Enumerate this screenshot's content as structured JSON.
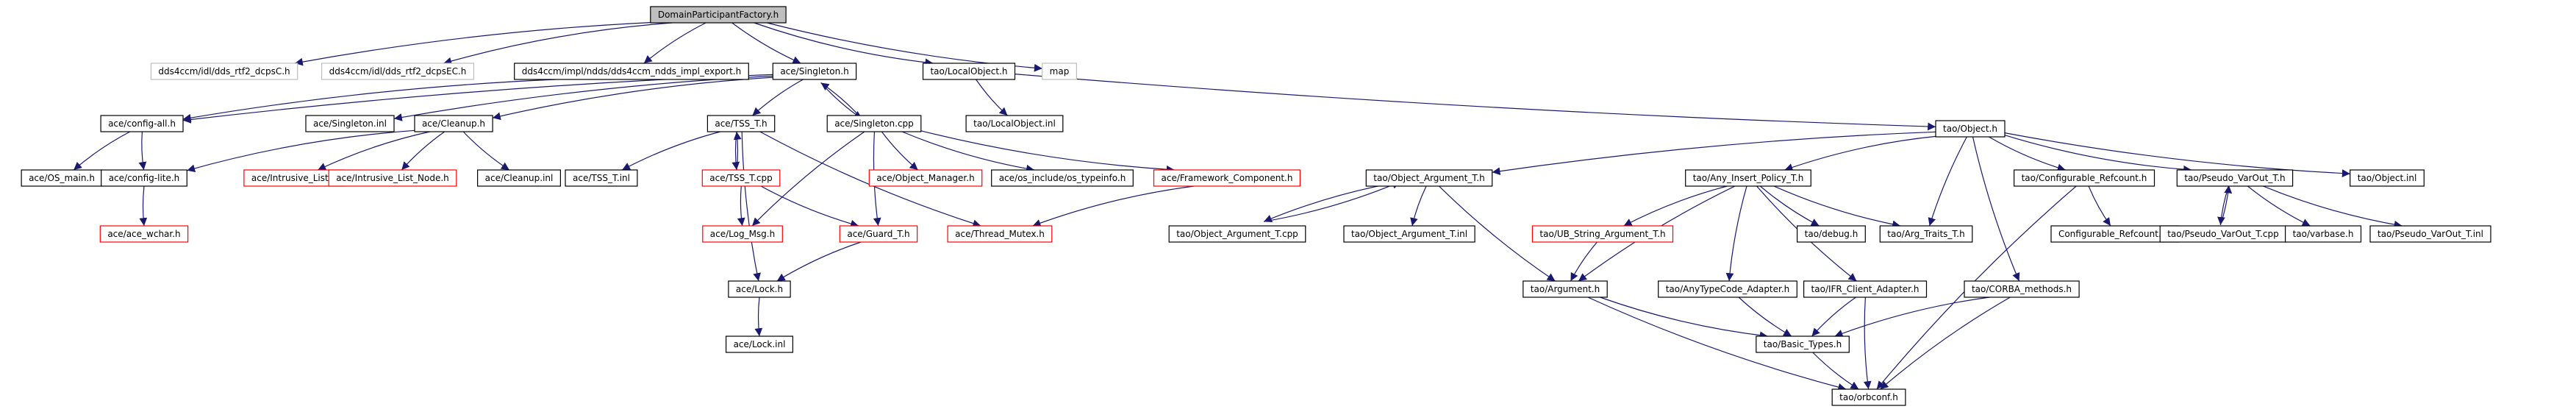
{
  "diagram": {
    "kind": "include-dependency-graph",
    "colors": {
      "edge": "#191970",
      "box_default": "#000000",
      "box_missing": "#ff0000",
      "box_external": "#bfbfbf",
      "root_fill": "#bfbfbf",
      "node_fill": "#ffffff"
    },
    "nodes": [
      {
        "id": "root",
        "label": "DomainParticipantFactory.h",
        "style": "root"
      },
      {
        "id": "rtf2c",
        "label": "dds4ccm/idl/dds_rtf2_dcpsC.h",
        "style": "external"
      },
      {
        "id": "rtf2ec",
        "label": "dds4ccm/idl/dds_rtf2_dcpsEC.h",
        "style": "external"
      },
      {
        "id": "ndds_export",
        "label": "dds4ccm/impl/ndds/dds4ccm_ndds_impl_export.h",
        "style": "normal"
      },
      {
        "id": "singleton_h",
        "label": "ace/Singleton.h",
        "style": "normal"
      },
      {
        "id": "localobject_h",
        "label": "tao/LocalObject.h",
        "style": "normal"
      },
      {
        "id": "map",
        "label": "map",
        "style": "external"
      },
      {
        "id": "config_all",
        "label": "ace/config-all.h",
        "style": "normal"
      },
      {
        "id": "singleton_inl",
        "label": "ace/Singleton.inl",
        "style": "normal"
      },
      {
        "id": "cleanup_h",
        "label": "ace/Cleanup.h",
        "style": "normal"
      },
      {
        "id": "tss_t_h",
        "label": "ace/TSS_T.h",
        "style": "normal"
      },
      {
        "id": "singleton_cpp",
        "label": "ace/Singleton.cpp",
        "style": "normal"
      },
      {
        "id": "localobject_inl",
        "label": "tao/LocalObject.inl",
        "style": "normal"
      },
      {
        "id": "object_h",
        "label": "tao/Object.h",
        "style": "normal"
      },
      {
        "id": "os_main",
        "label": "ace/OS_main.h",
        "style": "normal"
      },
      {
        "id": "config_lite",
        "label": "ace/config-lite.h",
        "style": "normal"
      },
      {
        "id": "intrusive_list",
        "label": "ace/Intrusive_List.h",
        "style": "missing"
      },
      {
        "id": "intrusive_list_node",
        "label": "ace/Intrusive_List_Node.h",
        "style": "missing"
      },
      {
        "id": "cleanup_inl",
        "label": "ace/Cleanup.inl",
        "style": "normal"
      },
      {
        "id": "tss_t_inl",
        "label": "ace/TSS_T.inl",
        "style": "normal"
      },
      {
        "id": "tss_t_cpp",
        "label": "ace/TSS_T.cpp",
        "style": "missing"
      },
      {
        "id": "object_manager",
        "label": "ace/Object_Manager.h",
        "style": "missing"
      },
      {
        "id": "os_typeinfo",
        "label": "ace/os_include/os_typeinfo.h",
        "style": "normal"
      },
      {
        "id": "framework_component",
        "label": "ace/Framework_Component.h",
        "style": "missing"
      },
      {
        "id": "object_argument_t_h",
        "label": "tao/Object_Argument_T.h",
        "style": "normal"
      },
      {
        "id": "any_insert_policy",
        "label": "tao/Any_Insert_Policy_T.h",
        "style": "normal"
      },
      {
        "id": "configurable_refcount",
        "label": "tao/Configurable_Refcount.h",
        "style": "normal"
      },
      {
        "id": "pseudo_varout_h",
        "label": "tao/Pseudo_VarOut_T.h",
        "style": "normal"
      },
      {
        "id": "object_inl",
        "label": "tao/Object.inl",
        "style": "normal"
      },
      {
        "id": "ace_wchar",
        "label": "ace/ace_wchar.h",
        "style": "missing"
      },
      {
        "id": "log_msg",
        "label": "ace/Log_Msg.h",
        "style": "missing"
      },
      {
        "id": "guard_t",
        "label": "ace/Guard_T.h",
        "style": "missing"
      },
      {
        "id": "thread_mutex",
        "label": "ace/Thread_Mutex.h",
        "style": "missing"
      },
      {
        "id": "object_argument_t_cpp",
        "label": "tao/Object_Argument_T.cpp",
        "style": "normal"
      },
      {
        "id": "object_argument_t_inl",
        "label": "tao/Object_Argument_T.inl",
        "style": "normal"
      },
      {
        "id": "ub_string_argument",
        "label": "tao/UB_String_Argument_T.h",
        "style": "missing"
      },
      {
        "id": "debug_h",
        "label": "tao/debug.h",
        "style": "normal"
      },
      {
        "id": "arg_traits",
        "label": "tao/Arg_Traits_T.h",
        "style": "normal"
      },
      {
        "id": "configurable_refcount_inl",
        "label": "Configurable_Refcount.inl",
        "style": "normal"
      },
      {
        "id": "pseudo_varout_cpp",
        "label": "tao/Pseudo_VarOut_T.cpp",
        "style": "normal"
      },
      {
        "id": "varbase",
        "label": "tao/varbase.h",
        "style": "normal"
      },
      {
        "id": "pseudo_varout_inl",
        "label": "tao/Pseudo_VarOut_T.inl",
        "style": "normal"
      },
      {
        "id": "lock_h",
        "label": "ace/Lock.h",
        "style": "normal"
      },
      {
        "id": "argument_h",
        "label": "tao/Argument.h",
        "style": "normal"
      },
      {
        "id": "anytypecode_adapter",
        "label": "tao/AnyTypeCode_Adapter.h",
        "style": "normal"
      },
      {
        "id": "ifr_client_adapter",
        "label": "tao/IFR_Client_Adapter.h",
        "style": "normal"
      },
      {
        "id": "corba_methods",
        "label": "tao/CORBA_methods.h",
        "style": "normal"
      },
      {
        "id": "lock_inl",
        "label": "ace/Lock.inl",
        "style": "normal"
      },
      {
        "id": "basic_types",
        "label": "tao/Basic_Types.h",
        "style": "normal"
      },
      {
        "id": "orbconf",
        "label": "tao/orbconf.h",
        "style": "normal"
      }
    ],
    "edges": [
      {
        "from": "root",
        "to": "rtf2c"
      },
      {
        "from": "root",
        "to": "rtf2ec"
      },
      {
        "from": "root",
        "to": "ndds_export"
      },
      {
        "from": "root",
        "to": "singleton_h"
      },
      {
        "from": "root",
        "to": "localobject_h"
      },
      {
        "from": "root",
        "to": "map"
      },
      {
        "from": "ndds_export",
        "to": "config_all"
      },
      {
        "from": "singleton_h",
        "to": "config_all"
      },
      {
        "from": "singleton_h",
        "to": "singleton_inl"
      },
      {
        "from": "singleton_h",
        "to": "cleanup_h"
      },
      {
        "from": "singleton_h",
        "to": "tss_t_h"
      },
      {
        "from": "singleton_h",
        "to": "singleton_cpp"
      },
      {
        "from": "singleton_cpp",
        "to": "singleton_h"
      },
      {
        "from": "localobject_h",
        "to": "localobject_inl"
      },
      {
        "from": "localobject_h",
        "to": "object_h"
      },
      {
        "from": "config_all",
        "to": "os_main"
      },
      {
        "from": "config_all",
        "to": "config_lite"
      },
      {
        "from": "cleanup_h",
        "to": "config_lite"
      },
      {
        "from": "cleanup_h",
        "to": "intrusive_list"
      },
      {
        "from": "cleanup_h",
        "to": "intrusive_list_node"
      },
      {
        "from": "cleanup_h",
        "to": "cleanup_inl"
      },
      {
        "from": "config_lite",
        "to": "ace_wchar"
      },
      {
        "from": "tss_t_h",
        "to": "tss_t_inl"
      },
      {
        "from": "tss_t_h",
        "to": "tss_t_cpp"
      },
      {
        "from": "tss_t_cpp",
        "to": "tss_t_h"
      },
      {
        "from": "tss_t_h",
        "to": "thread_mutex"
      },
      {
        "from": "tss_t_h",
        "to": "lock_h"
      },
      {
        "from": "tss_t_cpp",
        "to": "log_msg"
      },
      {
        "from": "tss_t_cpp",
        "to": "guard_t"
      },
      {
        "from": "singleton_cpp",
        "to": "object_manager"
      },
      {
        "from": "singleton_cpp",
        "to": "os_typeinfo"
      },
      {
        "from": "singleton_cpp",
        "to": "framework_component"
      },
      {
        "from": "singleton_cpp",
        "to": "log_msg"
      },
      {
        "from": "singleton_cpp",
        "to": "guard_t"
      },
      {
        "from": "framework_component",
        "to": "thread_mutex"
      },
      {
        "from": "guard_t",
        "to": "lock_h"
      },
      {
        "from": "lock_h",
        "to": "lock_inl"
      },
      {
        "from": "object_h",
        "to": "object_argument_t_h"
      },
      {
        "from": "object_h",
        "to": "any_insert_policy"
      },
      {
        "from": "object_h",
        "to": "arg_traits"
      },
      {
        "from": "object_h",
        "to": "configurable_refcount"
      },
      {
        "from": "object_h",
        "to": "pseudo_varout_h"
      },
      {
        "from": "object_h",
        "to": "object_inl"
      },
      {
        "from": "object_h",
        "to": "corba_methods"
      },
      {
        "from": "object_argument_t_h",
        "to": "object_argument_t_cpp"
      },
      {
        "from": "object_argument_t_cpp",
        "to": "object_argument_t_h"
      },
      {
        "from": "object_argument_t_h",
        "to": "object_argument_t_inl"
      },
      {
        "from": "object_argument_t_h",
        "to": "argument_h"
      },
      {
        "from": "any_insert_policy",
        "to": "ub_string_argument"
      },
      {
        "from": "any_insert_policy",
        "to": "debug_h"
      },
      {
        "from": "any_insert_policy",
        "to": "arg_traits"
      },
      {
        "from": "any_insert_policy",
        "to": "argument_h"
      },
      {
        "from": "any_insert_policy",
        "to": "anytypecode_adapter"
      },
      {
        "from": "any_insert_policy",
        "to": "ifr_client_adapter"
      },
      {
        "from": "ub_string_argument",
        "to": "argument_h"
      },
      {
        "from": "configurable_refcount",
        "to": "configurable_refcount_inl"
      },
      {
        "from": "configurable_refcount",
        "to": "orbconf"
      },
      {
        "from": "pseudo_varout_h",
        "to": "pseudo_varout_cpp"
      },
      {
        "from": "pseudo_varout_cpp",
        "to": "pseudo_varout_h"
      },
      {
        "from": "pseudo_varout_h",
        "to": "varbase"
      },
      {
        "from": "pseudo_varout_h",
        "to": "pseudo_varout_inl"
      },
      {
        "from": "argument_h",
        "to": "basic_types"
      },
      {
        "from": "argument_h",
        "to": "orbconf"
      },
      {
        "from": "anytypecode_adapter",
        "to": "basic_types"
      },
      {
        "from": "ifr_client_adapter",
        "to": "basic_types"
      },
      {
        "from": "ifr_client_adapter",
        "to": "orbconf"
      },
      {
        "from": "corba_methods",
        "to": "basic_types"
      },
      {
        "from": "corba_methods",
        "to": "orbconf"
      },
      {
        "from": "basic_types",
        "to": "orbconf"
      }
    ]
  }
}
